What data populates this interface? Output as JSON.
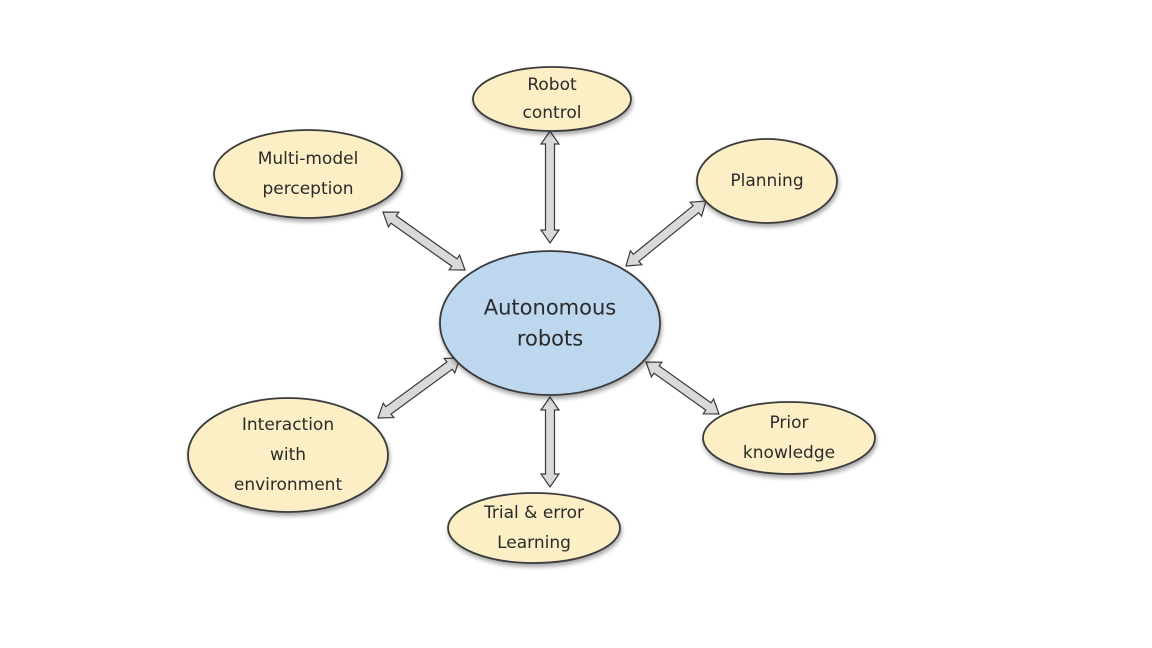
{
  "diagram": {
    "type": "hub-and-spoke",
    "center": {
      "id": "autonomous-robots",
      "lines": [
        "Autonomous",
        "robots"
      ],
      "fill": "#bdd7ee"
    },
    "outer_fill": "#fcefc6",
    "arrow_fill": "#d9d9d9",
    "stroke": "#3a3a3a",
    "nodes": [
      {
        "id": "robot-control",
        "lines": [
          "Robot",
          "control"
        ]
      },
      {
        "id": "planning",
        "lines": [
          "Planning"
        ]
      },
      {
        "id": "prior-knowledge",
        "lines": [
          "Prior",
          "knowledge"
        ]
      },
      {
        "id": "trial-and-error-learning",
        "lines": [
          "Trial & error",
          "Learning"
        ]
      },
      {
        "id": "interaction-with-environment",
        "lines": [
          "Interaction",
          "with",
          "environment"
        ]
      },
      {
        "id": "multi-model-perception",
        "lines": [
          "Multi-model",
          "perception"
        ]
      }
    ],
    "edges": [
      {
        "from": "autonomous-robots",
        "to": "robot-control",
        "direction": "bidirectional"
      },
      {
        "from": "autonomous-robots",
        "to": "planning",
        "direction": "bidirectional"
      },
      {
        "from": "autonomous-robots",
        "to": "prior-knowledge",
        "direction": "bidirectional"
      },
      {
        "from": "autonomous-robots",
        "to": "trial-and-error-learning",
        "direction": "bidirectional"
      },
      {
        "from": "autonomous-robots",
        "to": "interaction-with-environment",
        "direction": "bidirectional"
      },
      {
        "from": "autonomous-robots",
        "to": "multi-model-perception",
        "direction": "bidirectional"
      }
    ]
  }
}
